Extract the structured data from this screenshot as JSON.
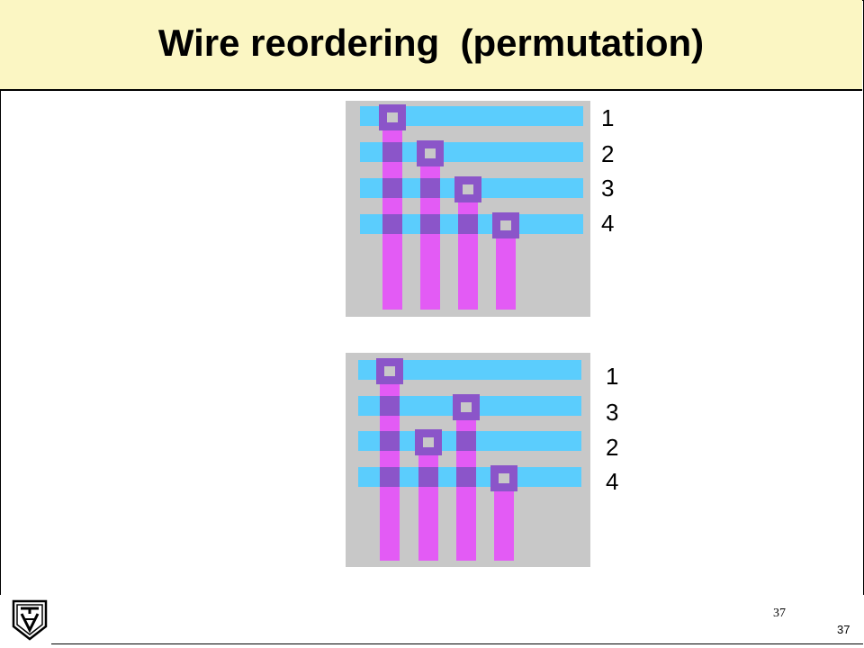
{
  "slide": {
    "title": "Wire reordering  (permutation)",
    "page_number": "37",
    "page_number_corner": "37"
  },
  "top_diagram": {
    "labels": [
      "1",
      "2",
      "3",
      "4"
    ]
  },
  "bottom_diagram": {
    "labels": [
      "1",
      "3",
      "2",
      "4"
    ]
  },
  "colors": {
    "title_background": "#fbf6c3",
    "diagram_background": "#c8c8c8",
    "horizontal_wire": "#5bcdfd",
    "vertical_wire": "#e35bf5",
    "overlap": "#8b55c9"
  },
  "icons": {
    "logo": "technion-logo-icon"
  }
}
